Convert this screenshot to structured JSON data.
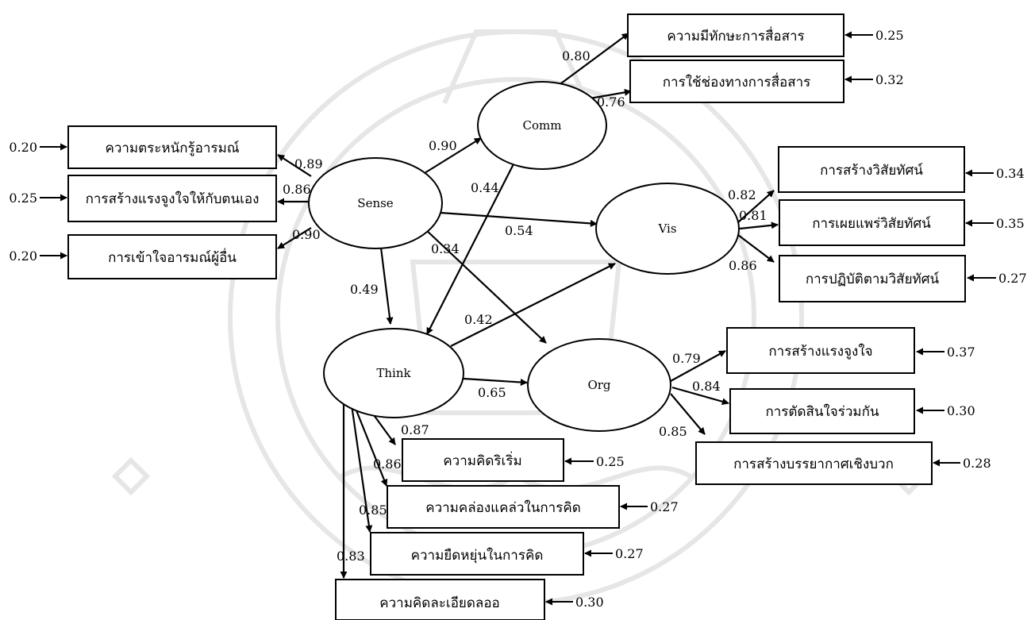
{
  "diagram": {
    "latents": {
      "comm": "Comm",
      "sense": "Sense",
      "vis": "Vis",
      "think": "Think",
      "org": "Org"
    },
    "indicators": {
      "comm_1": "ความมีทักษะการสื่อสาร",
      "comm_2": "การใช้ช่องทางการสื่อสาร",
      "sense_1": "ความตระหนักรู้อารมณ์",
      "sense_2": "การสร้างแรงจูงใจให้กับตนเอง",
      "sense_3": "การเข้าใจอารมณ์ผู้อื่น",
      "vis_1": "การสร้างวิสัยทัศน์",
      "vis_2": "การเผยแพร่วิสัยทัศน์",
      "vis_3": "การปฏิบัติตามวิสัยทัศน์",
      "org_1": "การสร้างแรงจูงใจ",
      "org_2": "การตัดสินใจร่วมกัน",
      "org_3": "การสร้างบรรยากาศเชิงบวก",
      "think_1": "ความคิดริเริ่ม",
      "think_2": "ความคล่องแคล่วในการคิด",
      "think_3": "ความยืดหยุ่นในการคิด",
      "think_4": "ความคิดละเอียดลออ"
    },
    "loadings": {
      "comm_1": "0.80",
      "comm_2": "0.76",
      "sense_1": "0.89",
      "sense_2": "0.86",
      "sense_3": "0.90",
      "vis_1": "0.82",
      "vis_2": "0.81",
      "vis_3": "0.86",
      "org_1": "0.79",
      "org_2": "0.84",
      "org_3": "0.85",
      "think_1": "0.87",
      "think_2": "0.86",
      "think_3": "0.85",
      "think_4": "0.83"
    },
    "errors": {
      "comm_1": "0.25",
      "comm_2": "0.32",
      "sense_1": "0.20",
      "sense_2": "0.25",
      "sense_3": "0.20",
      "vis_1": "0.34",
      "vis_2": "0.35",
      "vis_3": "0.27",
      "org_1": "0.37",
      "org_2": "0.30",
      "org_3": "0.28",
      "think_1": "0.25",
      "think_2": "0.27",
      "think_3": "0.27",
      "think_4": "0.30"
    },
    "structural_paths": {
      "sense_comm": "0.90",
      "comm_think": "0.44",
      "sense_vis": "0.54",
      "sense_org": "0.34",
      "sense_think": "0.49",
      "think_vis": "0.42",
      "think_org": "0.65"
    }
  }
}
